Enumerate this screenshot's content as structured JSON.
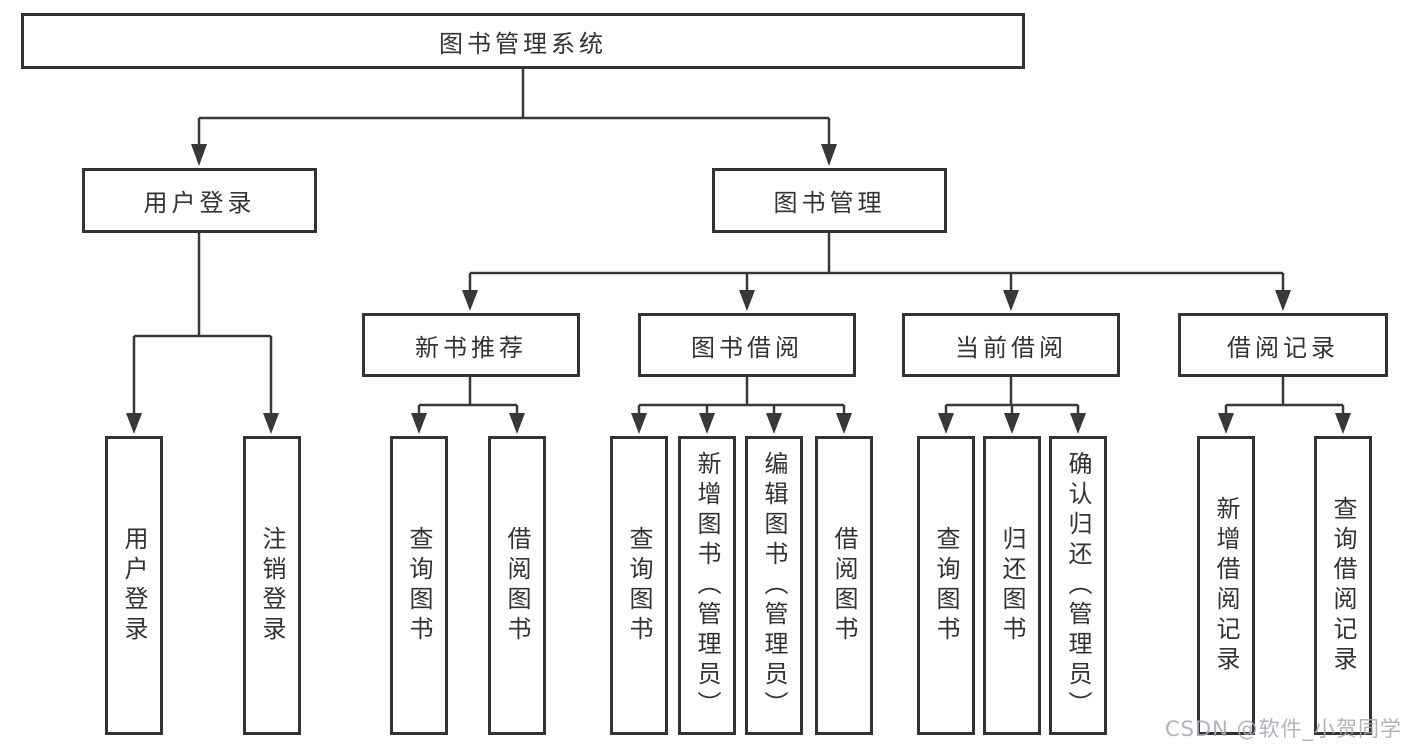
{
  "diagram": {
    "title": "图书管理系统",
    "root": {
      "label": "图书管理系统"
    },
    "branches": [
      {
        "label": "用户登录",
        "children": [
          {
            "label": "用户登录"
          },
          {
            "label": "注销登录"
          }
        ]
      },
      {
        "label": "图书管理",
        "children": [
          {
            "label": "新书推荐",
            "children": [
              {
                "label": "查询图书"
              },
              {
                "label": "借阅图书"
              }
            ]
          },
          {
            "label": "图书借阅",
            "children": [
              {
                "label": "查询图书"
              },
              {
                "label": "新增图书（管理员）"
              },
              {
                "label": "编辑图书（管理员）"
              },
              {
                "label": "借阅图书"
              }
            ]
          },
          {
            "label": "当前借阅",
            "children": [
              {
                "label": "查询图书"
              },
              {
                "label": "归还图书"
              },
              {
                "label": "确认归还（管理员）"
              }
            ]
          },
          {
            "label": "借阅记录",
            "children": [
              {
                "label": "新增借阅记录"
              },
              {
                "label": "查询借阅记录"
              }
            ]
          }
        ]
      }
    ]
  },
  "watermark": {
    "text": "CSDN @软件_小贺同学"
  },
  "colors": {
    "line": "#383838",
    "box_border": "#333333",
    "text": "#333333",
    "watermark": "#a6abb3",
    "background": "#ffffff"
  }
}
